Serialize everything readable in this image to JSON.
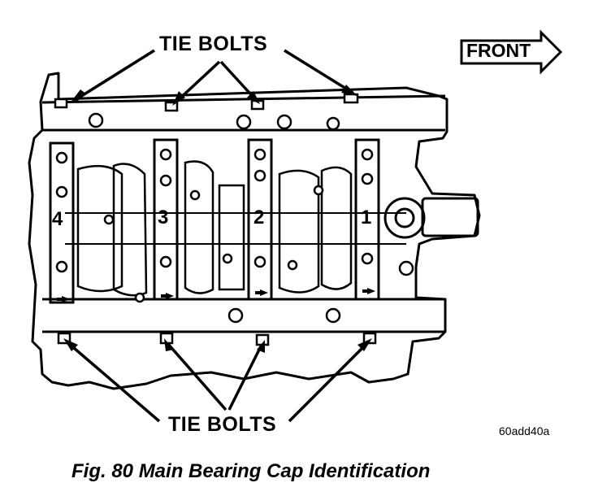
{
  "labels": {
    "tie_bolts_top": "TIE BOLTS",
    "tie_bolts_bottom": "TIE BOLTS",
    "front": "FRONT",
    "image_code": "60add40a",
    "caption": "Fig. 80 Main Bearing Cap Identification"
  },
  "caps": [
    {
      "number": "4"
    },
    {
      "number": "3"
    },
    {
      "number": "2"
    },
    {
      "number": "1"
    }
  ],
  "colors": {
    "ink": "#000000",
    "paper": "#ffffff"
  }
}
